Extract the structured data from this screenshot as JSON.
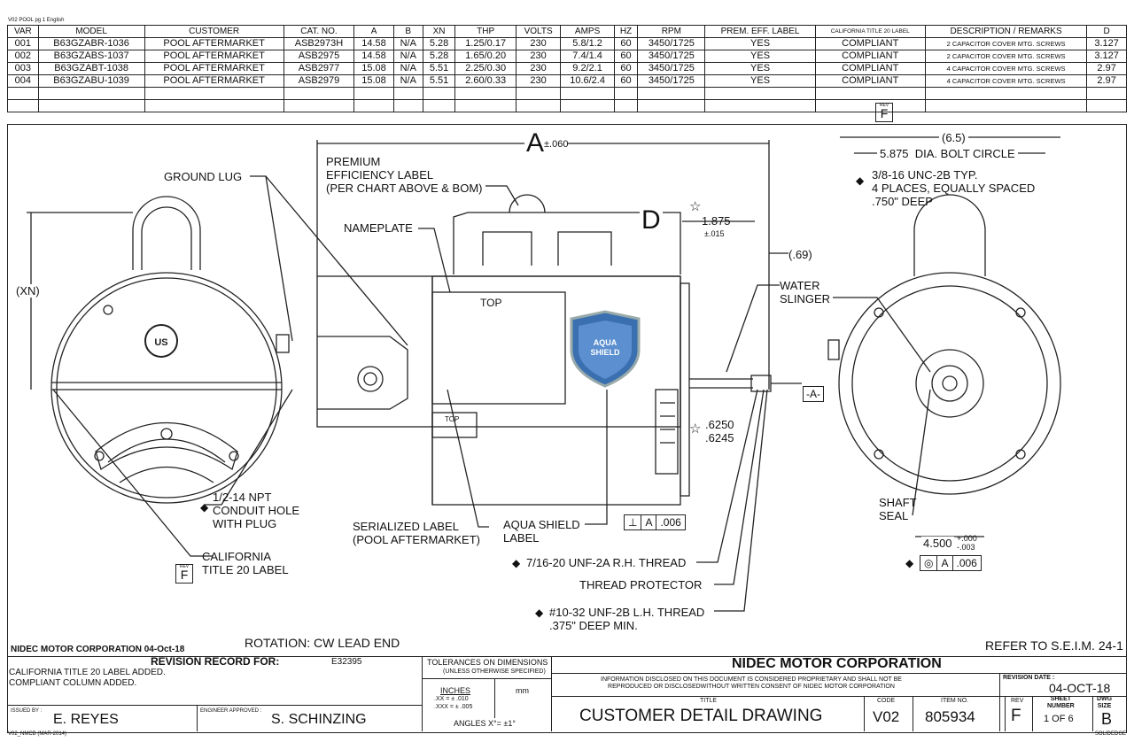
{
  "header_note": "V02 POOL pg 1 English",
  "spec_table": {
    "headers": [
      "VAR",
      "MODEL",
      "CUSTOMER",
      "CAT. NO.",
      "A",
      "B",
      "XN",
      "THP",
      "VOLTS",
      "AMPS",
      "HZ",
      "RPM",
      "PREM. EFF. LABEL",
      "CALIFORNIA TITLE 20 LABEL",
      "DESCRIPTION / REMARKS",
      "D"
    ],
    "rows": [
      [
        "001",
        "B63GZABR-1036",
        "POOL AFTERMARKET",
        "ASB2973H",
        "14.58",
        "N/A",
        "5.28",
        "1.25/0.17",
        "230",
        "5.8/1.2",
        "60",
        "3450/1725",
        "YES",
        "COMPLIANT",
        "2 CAPACITOR COVER MTG. SCREWS",
        "3.127"
      ],
      [
        "002",
        "B63GZABS-1037",
        "POOL AFTERMARKET",
        "ASB2975",
        "14.58",
        "N/A",
        "5.28",
        "1.65/0.20",
        "230",
        "7.4/1.4",
        "60",
        "3450/1725",
        "YES",
        "COMPLIANT",
        "2 CAPACITOR COVER MTG. SCREWS",
        "3.127"
      ],
      [
        "003",
        "B63GZABT-1038",
        "POOL AFTERMARKET",
        "ASB2977",
        "15.08",
        "N/A",
        "5.51",
        "2.25/0.30",
        "230",
        "9.2/2.1",
        "60",
        "3450/1725",
        "YES",
        "COMPLIANT",
        "4 CAPACITOR COVER MTG. SCREWS",
        "2.97"
      ],
      [
        "004",
        "B63GZABU-1039",
        "POOL AFTERMARKET",
        "ASB2979",
        "15.08",
        "N/A",
        "5.51",
        "2.60/0.33",
        "230",
        "10.6/2.4",
        "60",
        "3450/1725",
        "YES",
        "COMPLIANT",
        "4 CAPACITOR COVER MTG. SCREWS",
        "2.97"
      ]
    ],
    "rev_flag": {
      "top": "REV",
      "letter": "F"
    }
  },
  "drawing": {
    "dim_a": "A",
    "dim_a_tol": "±.060",
    "dim_d": "D",
    "dim_1875": "1.875",
    "dim_1875_tol": "±.015",
    "dim_069": "(.69)",
    "dim_xn": "(XN)",
    "dim_65": "(6.5)",
    "bolt_circle": "5.875  DIA. BOLT CIRCLE",
    "thread_note": "3/8-16 UNC-2B TYP.\n4 PLACES, EQUALLY SPACED\n.750\" DEEP",
    "ground_lug": "GROUND LUG",
    "premium_label": "PREMIUM\nEFFICIENCY LABEL\n(PER CHART ABOVE & BOM)",
    "nameplate": "NAMEPLATE",
    "top1": "TOP",
    "top2": "TOP",
    "water_slinger": "WATER\nSLINGER",
    "datum_a": "-A-",
    "shaft_dia": ".6250\n.6245",
    "conduit": "1/2-14 NPT\nCONDUIT HOLE\nWITH PLUG",
    "california": "CALIFORNIA\nTITLE 20 LABEL",
    "serialized": "SERIALIZED LABEL\n(POOL AFTERMARKET)",
    "aqua_label": "AQUA SHIELD\nLABEL",
    "perp_tol": [
      "⊥",
      "A",
      ".006"
    ],
    "thread_716": "7/16-20 UNF-2A R.H. THREAD",
    "thread_protector": "THREAD PROTECTOR",
    "thread_1032": "#10-32 UNF-2B L.H. THREAD\n.375\" DEEP MIN.",
    "shaft_seal": "SHAFT\nSEAL",
    "dim_4500": "4.500",
    "dim_4500_tol": "+.000\n-.003",
    "conc_tol": [
      "◎",
      "A",
      ".006"
    ],
    "shield_text": "AQUA\nSHIELD",
    "rotation": "ROTATION: CW LEAD END",
    "refer": "REFER TO S.E.I.M. 24-1",
    "corp_date": "NIDEC MOTOR CORPORATION 04-Oct-18"
  },
  "title_block": {
    "revision_record": "REVISION RECORD FOR:",
    "ecn": "E32395",
    "rev_notes": [
      "CALIFORNIA TITLE 20 LABEL ADDED.",
      "COMPLIANT COLUMN ADDED."
    ],
    "issued_by_label": "ISSUED BY :",
    "issued_by": "E. REYES",
    "approved_label": "ENGINEER APPROVED :",
    "approved_by": "S. SCHINZING",
    "tol_title": "TOLERANCES ON DIMENSIONS",
    "tol_sub": "(UNLESS OTHERWISE SPECIFIED)",
    "inches": "INCHES",
    "mm": "mm",
    "tol_xx": ".XX = ± .010",
    "tol_xxx": ".XXX = ± .005",
    "angles": "ANGLES  X°= ±1°",
    "company": "NIDEC MOTOR CORPORATION",
    "info": "INFORMATION DISCLOSED ON THIS DOCUMENT IS CONSIDERED PROPRIETARY AND SHALL NOT BE\nREPRODUCED OR DISCLOSEDWITHOUT WRITTEN CONSENT OF NIDEC MOTOR CORPORATION",
    "rev_date_label": "REVISION DATE :",
    "rev_date": "04-OCT-18",
    "title_label": "TITLE",
    "title": "CUSTOMER  DETAIL  DRAWING",
    "code_label": "CODE",
    "code": "V02",
    "item_label": "ITEM NO.",
    "item": "805934",
    "rev_label": "REV",
    "rev": "F",
    "sheet_label": "SHEET\nNUMBER",
    "sheet": "1  OF  6",
    "dwg_label": "DWG\nSIZE",
    "dwg": "B",
    "footer_left": "V02_NMCB (MAR-2014)",
    "footer_right": "SOLIDEDGE"
  }
}
